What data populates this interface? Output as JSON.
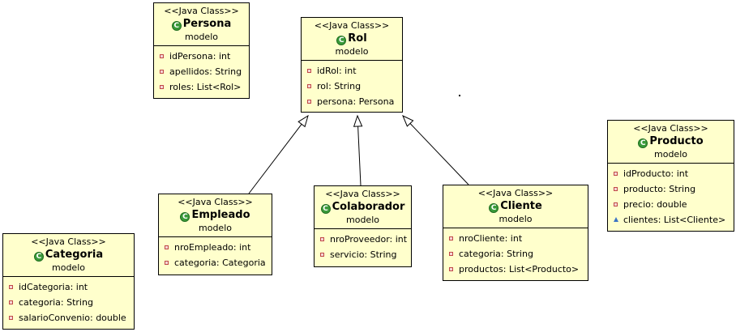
{
  "stereotype": "<<Java Class>>",
  "classes": {
    "persona": {
      "name": "Persona",
      "package": "modelo",
      "attributes": [
        {
          "text": "idPersona: int",
          "visibility": "private"
        },
        {
          "text": "apellidos: String",
          "visibility": "private"
        },
        {
          "text": "roles: List<Rol>",
          "visibility": "private"
        }
      ]
    },
    "rol": {
      "name": "Rol",
      "package": "modelo",
      "attributes": [
        {
          "text": "idRol: int",
          "visibility": "private"
        },
        {
          "text": "rol: String",
          "visibility": "private"
        },
        {
          "text": "persona: Persona",
          "visibility": "private"
        }
      ]
    },
    "producto": {
      "name": "Producto",
      "package": "modelo",
      "attributes": [
        {
          "text": "idProducto: int",
          "visibility": "private"
        },
        {
          "text": "producto: String",
          "visibility": "private"
        },
        {
          "text": "precio: double",
          "visibility": "private"
        },
        {
          "text": "clientes: List<Cliente>",
          "visibility": "package"
        }
      ]
    },
    "empleado": {
      "name": "Empleado",
      "package": "modelo",
      "attributes": [
        {
          "text": "nroEmpleado: int",
          "visibility": "private"
        },
        {
          "text": "categoria: Categoria",
          "visibility": "private"
        }
      ]
    },
    "colaborador": {
      "name": "Colaborador",
      "package": "modelo",
      "attributes": [
        {
          "text": "nroProveedor: int",
          "visibility": "private"
        },
        {
          "text": "servicio: String",
          "visibility": "private"
        }
      ]
    },
    "cliente": {
      "name": "Cliente",
      "package": "modelo",
      "attributes": [
        {
          "text": "nroCliente: int",
          "visibility": "private"
        },
        {
          "text": "categoria: String",
          "visibility": "private"
        },
        {
          "text": "productos: List<Producto>",
          "visibility": "private"
        }
      ]
    },
    "categoria": {
      "name": "Categoria",
      "package": "modelo",
      "attributes": [
        {
          "text": "idCategoria: int",
          "visibility": "private"
        },
        {
          "text": "categoria: String",
          "visibility": "private"
        },
        {
          "text": "salarioConvenio: double",
          "visibility": "private"
        }
      ]
    }
  },
  "generalizations": [
    {
      "from": "empleado",
      "to": "rol"
    },
    {
      "from": "colaborador",
      "to": "rol"
    },
    {
      "from": "cliente",
      "to": "rol"
    }
  ],
  "colors": {
    "class_fill": "#ffffcc",
    "class_icon": "#3a9a3a",
    "private_marker": "#c04848",
    "package_marker": "#3c74c4"
  }
}
